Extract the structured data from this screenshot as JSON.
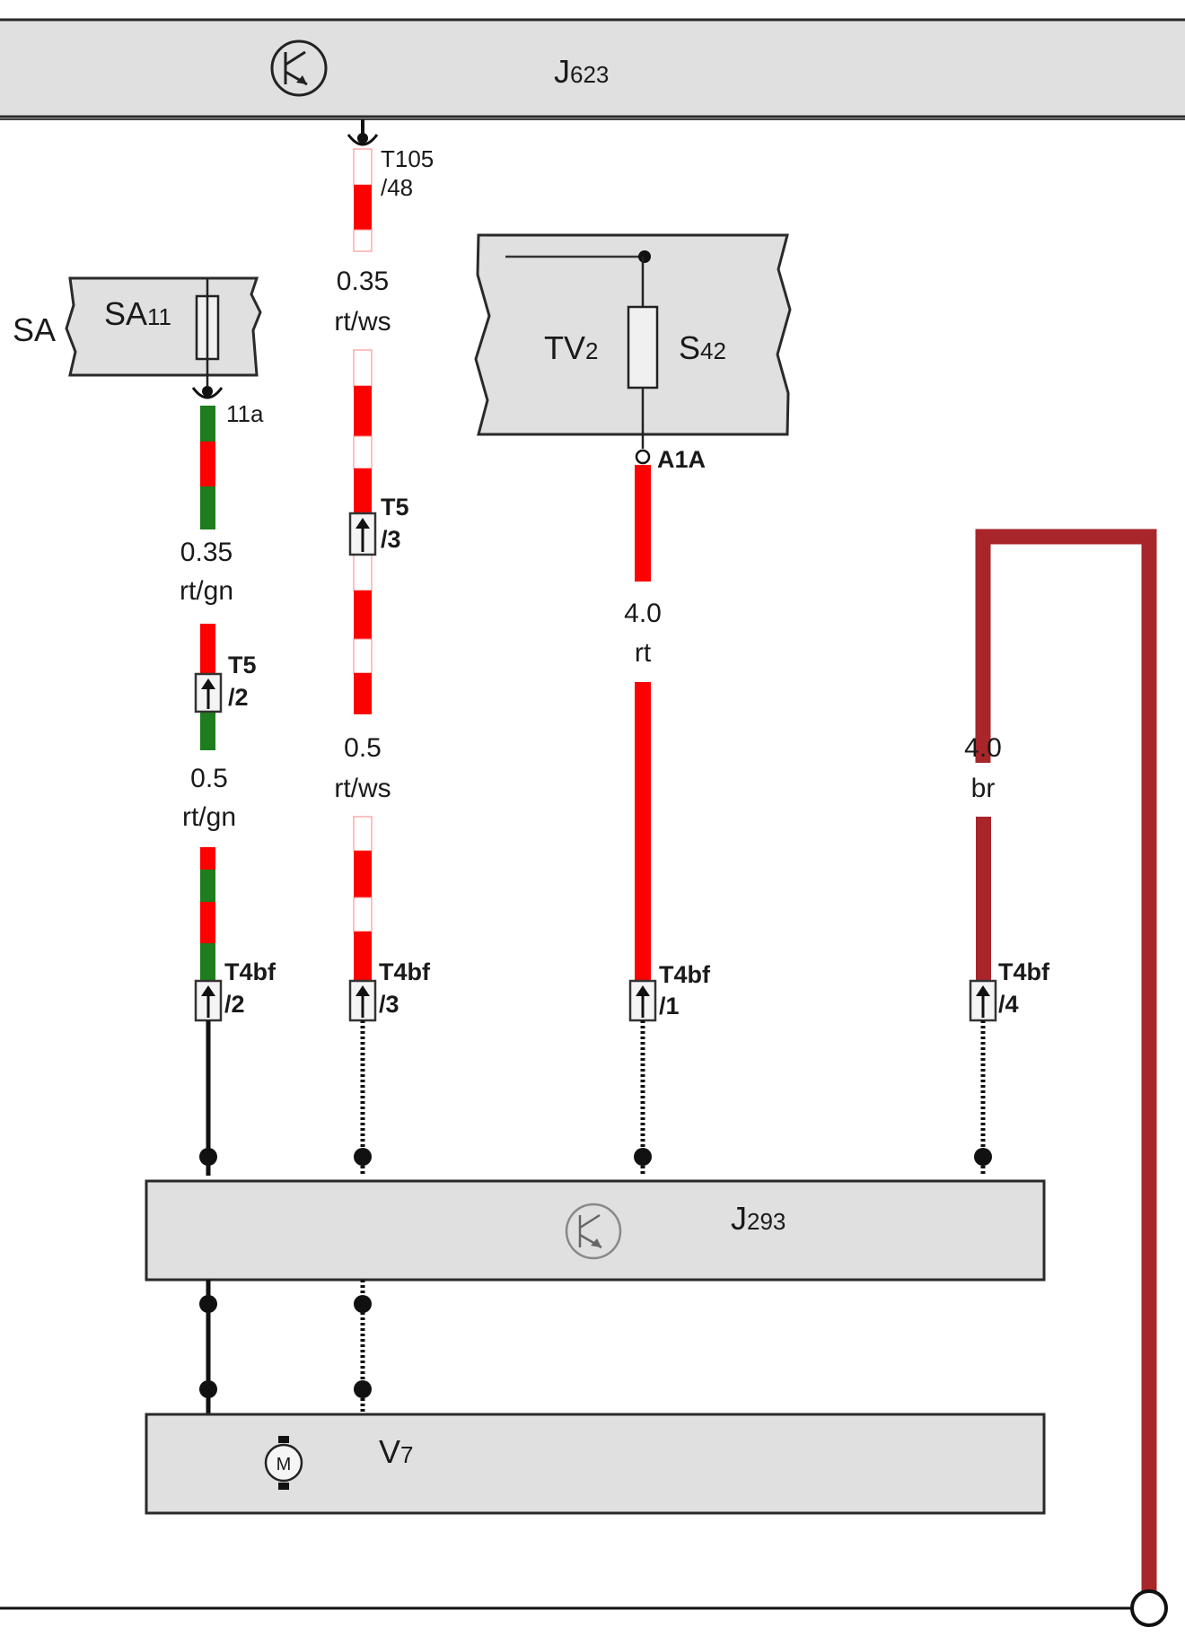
{
  "components": {
    "j623": {
      "label": "J",
      "sub": "623",
      "icon": "control-unit-icon"
    },
    "sa": {
      "prefix": "SA",
      "label": "SA",
      "sub": "11",
      "terminal": "11a"
    },
    "tv2": {
      "label": "TV",
      "sub": "2",
      "fuse_label": "S",
      "fuse_sub": "42",
      "terminal": "A1A"
    },
    "j293": {
      "label": "J",
      "sub": "293",
      "icon": "control-unit-icon"
    },
    "v7": {
      "label": "V",
      "sub": "7",
      "icon": "motor-icon",
      "icon_text": "M"
    }
  },
  "connectors": {
    "t105": {
      "name": "T105",
      "pin": "/48"
    },
    "t5_3": {
      "name": "T5",
      "pin": "/3"
    },
    "t5_2": {
      "name": "T5",
      "pin": "/2"
    },
    "t4bf_2": {
      "name": "T4bf",
      "pin": "/2"
    },
    "t4bf_3": {
      "name": "T4bf",
      "pin": "/3"
    },
    "t4bf_1": {
      "name": "T4bf",
      "pin": "/1"
    },
    "t4bf_4": {
      "name": "T4bf",
      "pin": "/4"
    }
  },
  "wires": {
    "w1a": {
      "size": "0.35",
      "color": "rt/gn"
    },
    "w1b": {
      "size": "0.5",
      "color": "rt/gn"
    },
    "w2a": {
      "size": "0.35",
      "color": "rt/ws"
    },
    "w2b": {
      "size": "0.5",
      "color": "rt/ws"
    },
    "w3": {
      "size": "4.0",
      "color": "rt"
    },
    "w4": {
      "size": "4.0",
      "color": "br"
    }
  },
  "colors": {
    "red": "#ff0000",
    "green": "#1e7d1e",
    "white": "#ffffff",
    "brown": "#a8262a",
    "box_fill": "#e0e0e0"
  }
}
